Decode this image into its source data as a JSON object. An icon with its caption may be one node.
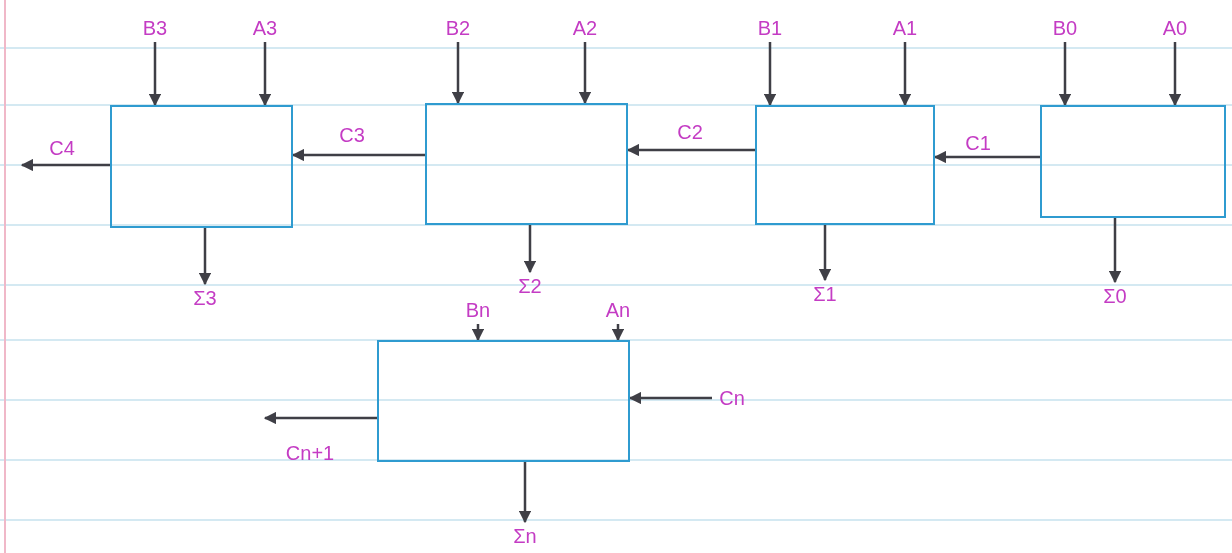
{
  "diagram": {
    "nodes": [
      {
        "text": [
          "B3"
        ]
      },
      {
        "text": [
          "A3"
        ]
      },
      {
        "text": [
          "B2"
        ]
      },
      {
        "text": [
          "A2"
        ]
      },
      {
        "text": [
          "B1"
        ]
      },
      {
        "text": [
          "A1"
        ]
      },
      {
        "text": [
          "B0"
        ]
      },
      {
        "text": [
          "A0"
        ]
      },
      {
        "text": [],
        "shape": "box"
      },
      {
        "text": [],
        "shape": "box"
      },
      {
        "text": [],
        "shape": "box"
      },
      {
        "text": [],
        "shape": "box"
      },
      {
        "text": [
          "Σ3"
        ]
      },
      {
        "text": [
          "Σ2"
        ]
      },
      {
        "text": [
          "Σ1"
        ]
      },
      {
        "text": [
          "Σ0"
        ]
      },
      {
        "text": [
          "Bn"
        ]
      },
      {
        "text": [
          "An"
        ]
      },
      {
        "text": [],
        "shape": "box"
      },
      {
        "text": [
          "Cn"
        ]
      },
      {
        "text": [
          "Σn"
        ]
      }
    ],
    "edges": [
      {
        "from": 0,
        "to": 8,
        "arrow": "to"
      },
      {
        "from": 1,
        "to": 8,
        "arrow": "to"
      },
      {
        "from": 2,
        "to": 9,
        "arrow": "to"
      },
      {
        "from": 3,
        "to": 9,
        "arrow": "to"
      },
      {
        "from": 4,
        "to": 10,
        "arrow": "to"
      },
      {
        "from": 5,
        "to": 10,
        "arrow": "to"
      },
      {
        "from": 6,
        "to": 11,
        "arrow": "to"
      },
      {
        "from": 7,
        "to": 11,
        "arrow": "to"
      },
      {
        "from": 8,
        "to": null,
        "arrow": "to",
        "label": "C4"
      },
      {
        "from": 9,
        "to": 8,
        "arrow": "to",
        "label": "C3"
      },
      {
        "from": 10,
        "to": 9,
        "arrow": "to",
        "label": "C2"
      },
      {
        "from": 11,
        "to": 10,
        "arrow": "to",
        "label": "C1"
      },
      {
        "from": 8,
        "to": 12,
        "arrow": "to"
      },
      {
        "from": 9,
        "to": 13,
        "arrow": "to"
      },
      {
        "from": 10,
        "to": 14,
        "arrow": "to"
      },
      {
        "from": 11,
        "to": 15,
        "arrow": "to"
      },
      {
        "from": 16,
        "to": 18,
        "arrow": "to"
      },
      {
        "from": 17,
        "to": 18,
        "arrow": "to"
      },
      {
        "from": 19,
        "to": 18,
        "arrow": "to"
      },
      {
        "from": 18,
        "to": null,
        "arrow": "to",
        "label": "Cn+1"
      },
      {
        "from": 18,
        "to": 20,
        "arrow": "to"
      }
    ]
  }
}
